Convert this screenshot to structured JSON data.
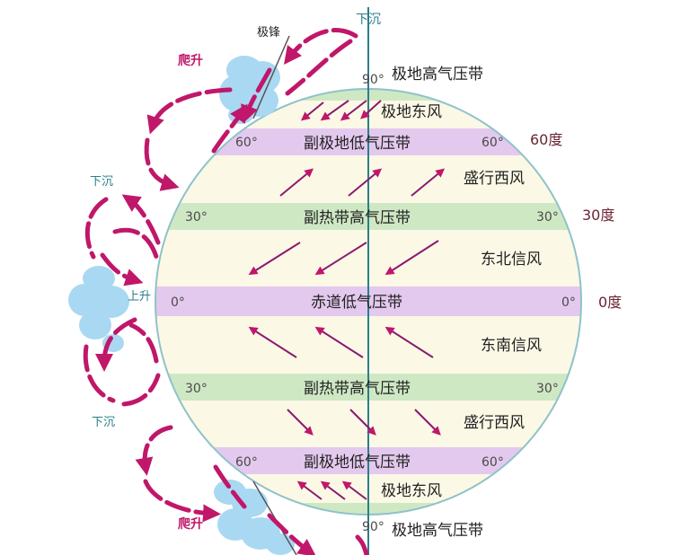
{
  "colors": {
    "magenta": "#c0176a",
    "teal": "#2a7f8a",
    "low_band": "#e4c9ee",
    "high_band": "#cfe8c4",
    "zone": "#fbf8e6",
    "cloud": "#a9d8f2"
  },
  "axis": {
    "top": "下沉",
    "pole_top": "90°",
    "pole_bottom": "90°"
  },
  "left": {
    "climb_top": "爬升",
    "front": "极锋",
    "sink_upper": "下沉",
    "rise": "上升",
    "sink_lower": "下沉",
    "climb_bottom": "爬升"
  },
  "bands": [
    {
      "label": "极地高气压带",
      "type": "high_pole"
    },
    {
      "label": "副极地低气压带",
      "deg": "60°",
      "type": "low"
    },
    {
      "label": "副热带高气压带",
      "deg": "30°",
      "type": "high"
    },
    {
      "label": "赤道低气压带",
      "deg": "0°",
      "type": "low"
    },
    {
      "label": "副热带高气压带",
      "deg": "30°",
      "type": "high"
    },
    {
      "label": "副极地低气压带",
      "deg": "60°",
      "type": "low"
    },
    {
      "label": "极地高气压带",
      "type": "high_pole"
    }
  ],
  "zones": [
    "极地东风",
    "盛行西风",
    "东北信风",
    "东南信风",
    "盛行西风",
    "极地东风"
  ],
  "right_degrees": [
    "60度",
    "30度",
    "0度"
  ]
}
